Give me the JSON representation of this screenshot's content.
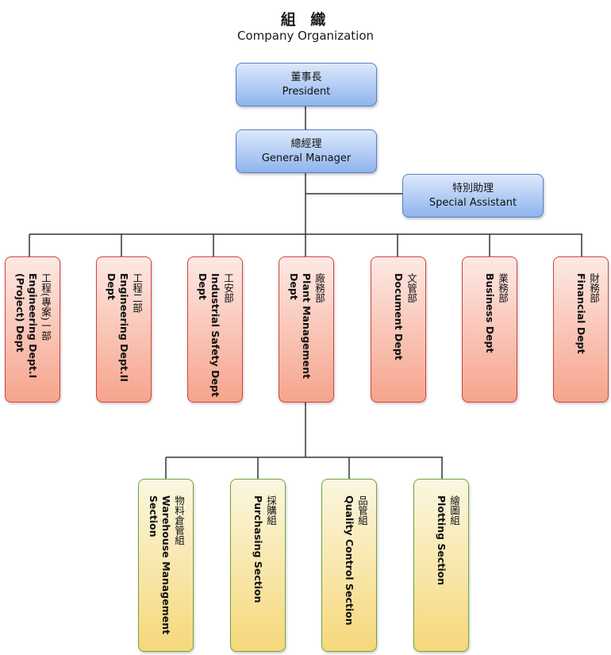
{
  "title": {
    "zh": "組 織",
    "en": "Company Organization"
  },
  "president": {
    "zh": "董事長",
    "en": "President"
  },
  "general_manager": {
    "zh": "總經理",
    "en": "General Manager"
  },
  "special_assistant": {
    "zh": "特別助理",
    "en": "Special Assistant"
  },
  "departments": [
    {
      "zh": "工程(專案)一部",
      "en1": "Engineering Dept.I",
      "en2": "(Project) Dept"
    },
    {
      "zh": "工程二部",
      "en1": "Engineering Dept.II",
      "en2": "Dept"
    },
    {
      "zh": "工安部",
      "en1": "Industrial Safety Dept",
      "en2": "Dept"
    },
    {
      "zh": "廠務部",
      "en1": "Plant Management",
      "en2": "Dept"
    },
    {
      "zh": "文管部",
      "en1": "Document Dept",
      "en2": ""
    },
    {
      "zh": "業務部",
      "en1": "Business Dept",
      "en2": ""
    },
    {
      "zh": "財務部",
      "en1": "Financial Dept",
      "en2": ""
    }
  ],
  "sections": [
    {
      "zh": "物料倉管組",
      "en1": "Warehouse Management",
      "en2": "Section"
    },
    {
      "zh": "採購組",
      "en1": "Purchasing Section",
      "en2": ""
    },
    {
      "zh": "品管組",
      "en1": "Quality Control Section",
      "en2": ""
    },
    {
      "zh": "繪圖組",
      "en1": "Plotting Section",
      "en2": ""
    }
  ]
}
